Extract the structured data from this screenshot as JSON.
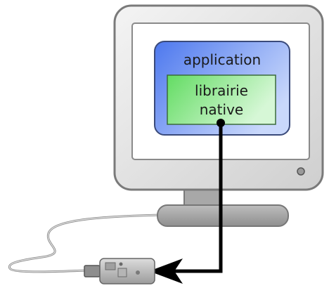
{
  "diagram": {
    "application_label": "application",
    "library_label_line1": "librairie",
    "library_label_line2": "native"
  },
  "colors": {
    "monitor_body": "#e4e4e4",
    "monitor_stroke": "#7a7a7a",
    "application_box": "#5b86f0",
    "library_box": "#7de27d",
    "connector_line": "#000000",
    "cable": "#8a8a8a"
  },
  "icons": [
    "monitor-icon",
    "usb-device-icon",
    "power-led-icon",
    "arrow-head-icon"
  ]
}
